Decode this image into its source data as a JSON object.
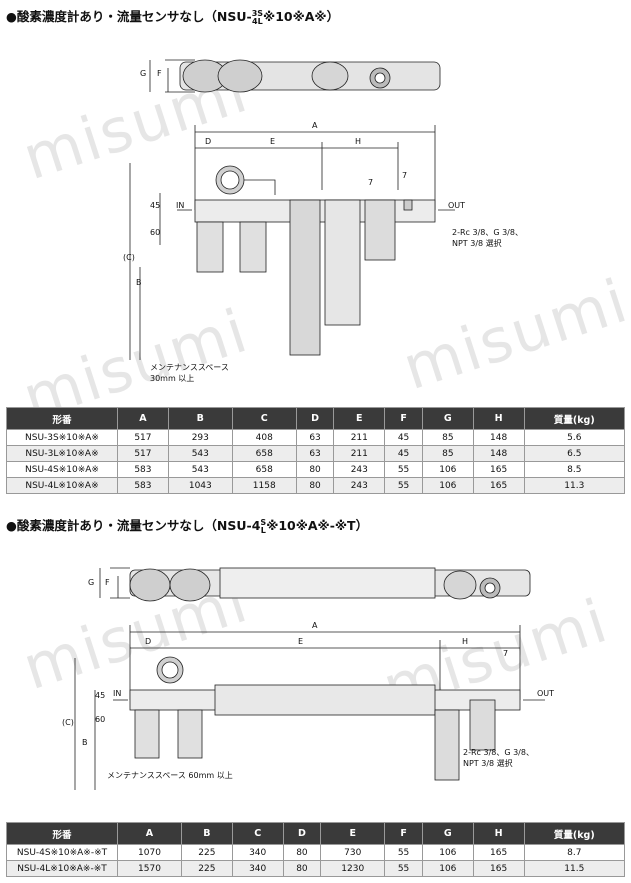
{
  "section1": {
    "title": "●酸素濃度計あり・流量センサなし（NSU-",
    "model_sub_top": "3S",
    "model_sub_bottom": "4L",
    "title_tail": "※10※A※）"
  },
  "section2": {
    "title": "●酸素濃度計あり・流量センサなし（NSU-4",
    "model_sub_top": "S",
    "model_sub_bottom": "L",
    "title_tail": "※10※A※-※T）"
  },
  "watermark": "misumi",
  "drawing1": {
    "labels": {
      "A": "A",
      "B": "B",
      "C": "(C)",
      "D": "D",
      "E": "E",
      "F": "F",
      "G": "G",
      "H": "H",
      "dim45": "45",
      "dim60": "60",
      "dim7a": "7",
      "dim7b": "7",
      "in": "IN",
      "out": "OUT",
      "port_note_1": "2-Rc 3/8、G 3/8、",
      "port_note_2": "NPT 3/8 選択",
      "maint_1": "メンテナンススペース",
      "maint_2": "30mm 以上"
    }
  },
  "drawing2": {
    "labels": {
      "A": "A",
      "B": "B",
      "C": "(C)",
      "D": "D",
      "E": "E",
      "F": "F",
      "G": "G",
      "H": "H",
      "dim45": "45",
      "dim60": "60",
      "dim7": "7",
      "in": "IN",
      "out": "OUT",
      "port_note_1": "2-Rc 3/8、G 3/8、",
      "port_note_2": "NPT 3/8 選択",
      "maint": "メンテナンススペース 60mm 以上"
    }
  },
  "table1": {
    "headers": [
      "形番",
      "A",
      "B",
      "C",
      "D",
      "E",
      "F",
      "G",
      "H",
      "質量(kg)"
    ],
    "rows": [
      [
        "NSU-3S※10※A※",
        "517",
        "293",
        "408",
        "63",
        "211",
        "45",
        "85",
        "148",
        "5.6"
      ],
      [
        "NSU-3L※10※A※",
        "517",
        "543",
        "658",
        "63",
        "211",
        "45",
        "85",
        "148",
        "6.5"
      ],
      [
        "NSU-4S※10※A※",
        "583",
        "543",
        "658",
        "80",
        "243",
        "55",
        "106",
        "165",
        "8.5"
      ],
      [
        "NSU-4L※10※A※",
        "583",
        "1043",
        "1158",
        "80",
        "243",
        "55",
        "106",
        "165",
        "11.3"
      ]
    ]
  },
  "table2": {
    "headers": [
      "形番",
      "A",
      "B",
      "C",
      "D",
      "E",
      "F",
      "G",
      "H",
      "質量(kg)"
    ],
    "rows": [
      [
        "NSU-4S※10※A※-※T",
        "1070",
        "225",
        "340",
        "80",
        "730",
        "55",
        "106",
        "165",
        "8.7"
      ],
      [
        "NSU-4L※10※A※-※T",
        "1570",
        "225",
        "340",
        "80",
        "1230",
        "55",
        "106",
        "165",
        "11.5"
      ]
    ]
  }
}
